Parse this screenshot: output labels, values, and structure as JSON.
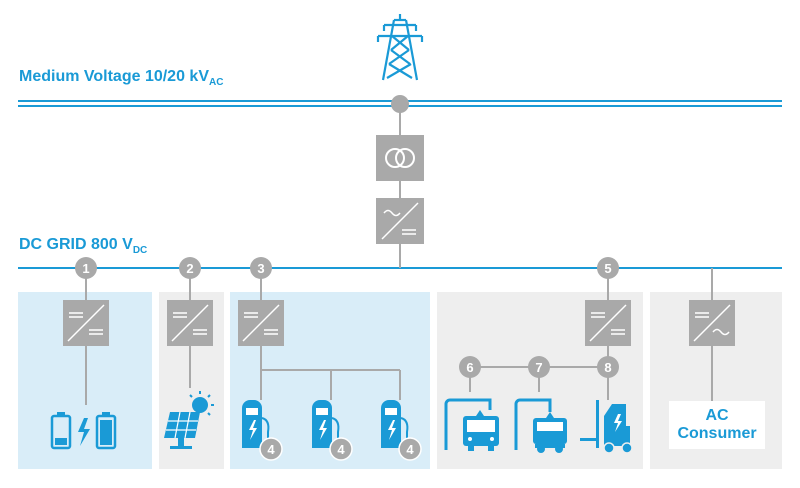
{
  "medium_voltage": {
    "text": "Medium Voltage 10/20 kV",
    "sub": "AC"
  },
  "dc_grid": {
    "text": "DC GRID 800 V",
    "sub": "DC"
  },
  "ac_consumer": {
    "line1": "AC",
    "line2": "Consumer"
  },
  "node_numbers": [
    "1",
    "2",
    "3",
    "4",
    "4",
    "4",
    "5",
    "6",
    "7",
    "8"
  ],
  "colors": {
    "blue": "#1a9ad6",
    "gray": "#a9a9a9",
    "light_blue_bg": "#d9edf8",
    "light_gray_bg": "#eeeeee"
  }
}
